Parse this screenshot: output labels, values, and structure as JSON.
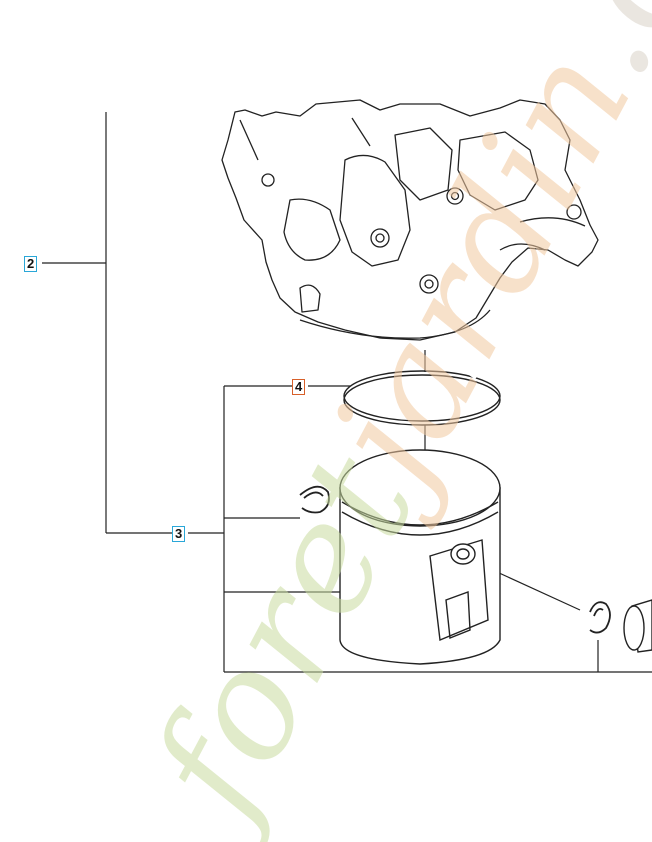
{
  "callouts": {
    "part_2": "2",
    "part_3": "3",
    "part_4": "4"
  },
  "watermark": {
    "part_a": "foret",
    "part_b": "jardin",
    "part_c": ".com"
  },
  "colors": {
    "callout_blue": "#2aa7d8",
    "callout_red": "#d8602a",
    "watermark_green": "#c9dca0",
    "watermark_orange": "#f2c9a0",
    "watermark_gray": "#d9d2c8"
  }
}
